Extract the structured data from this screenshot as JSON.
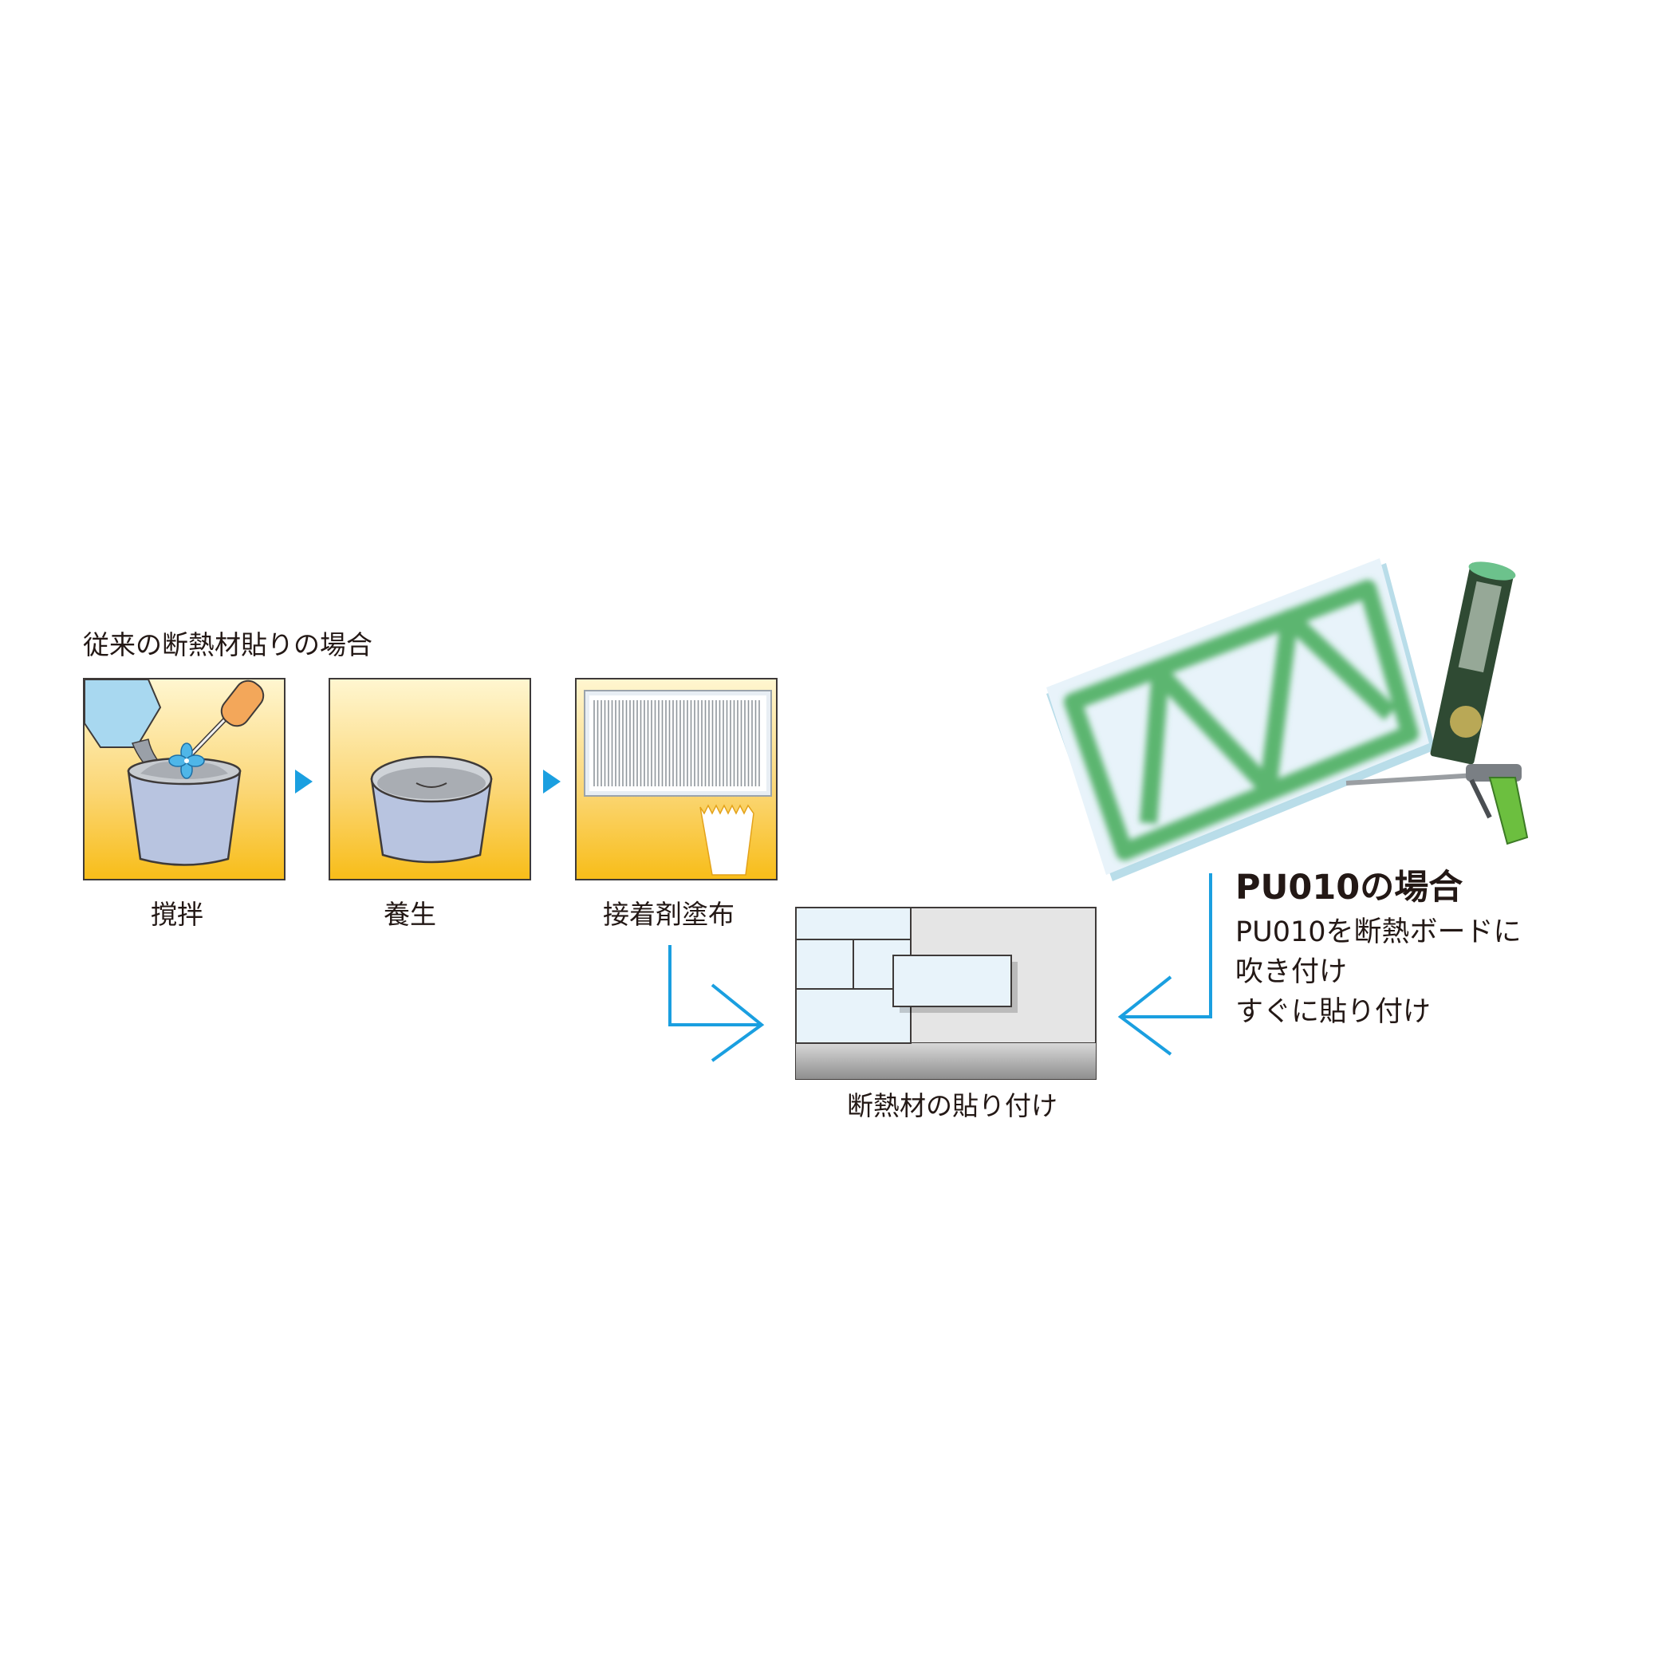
{
  "conventional": {
    "heading": "従来の断熱材貼りの場合",
    "steps": [
      {
        "label": "撹拌"
      },
      {
        "label": "養生"
      },
      {
        "label": "接着剤塗布"
      }
    ]
  },
  "result": {
    "label": "断熱材の貼り付け"
  },
  "pu010": {
    "title": "PU010の場合",
    "lines": [
      "PU010を断熱ボードに",
      "吹き付け",
      "すぐに貼り付け"
    ]
  },
  "colors": {
    "panel_top": "#fff6d0",
    "panel_bottom": "#f8bd19",
    "arrow_blue": "#1a9fe0",
    "foam_green": "#5cb56f",
    "board_blue": "#e8f3fa"
  }
}
